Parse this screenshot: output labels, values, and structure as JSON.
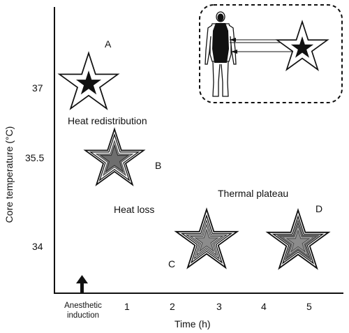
{
  "axes": {
    "y_label": "Core temperature (°C)",
    "x_label": "Time (h)",
    "y_ticks": [
      "37",
      "35.5",
      "34"
    ],
    "x_ticks": [
      "1",
      "2",
      "3",
      "4",
      "5"
    ],
    "x_origin_label_line1": "Anesthetic",
    "x_origin_label_line2": "induction"
  },
  "phases": {
    "redistribution": "Heat redistribution",
    "loss": "Heat loss",
    "plateau": "Thermal plateau"
  },
  "stars": {
    "a": "A",
    "b": "B",
    "c": "C",
    "d": "D"
  },
  "colors": {
    "ink": "#111111",
    "core_dark": "#111111",
    "mid_gray": "#8c8c8c",
    "light_gray": "#c8c8c8"
  },
  "icons": [
    "upward-arrow-icon",
    "human-silhouette-icon"
  ]
}
